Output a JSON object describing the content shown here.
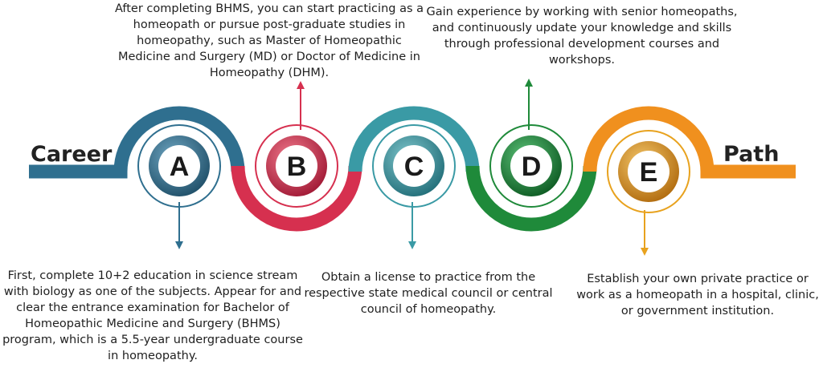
{
  "title": {
    "left_word": "Career",
    "right_word": "Path"
  },
  "steps": [
    {
      "letter": "A",
      "color": "#2f6f8f",
      "text": "First, complete 10+2 education in science stream with biology as one of the subjects. Appear for and clear the entrance examination for Bachelor of Homeopathic Medicine and Surgery (BHMS) program, which is a 5.5-year undergraduate course in homeopathy."
    },
    {
      "letter": "B",
      "color": "#d6304f",
      "text": "After completing BHMS, you can start practicing as a homeopath or pursue post-graduate studies in homeopathy, such as Master of Homeopathic Medicine and Surgery (MD) or Doctor of Medicine in Homeopathy (DHM)."
    },
    {
      "letter": "C",
      "color": "#3a9aa5",
      "text": "Obtain a license to practice from the respective state medical council or central council of homeopathy."
    },
    {
      "letter": "D",
      "color": "#1f8a3a",
      "text": "Gain experience by working with senior homeopaths, and continuously update your knowledge and skills through professional development courses and workshops."
    },
    {
      "letter": "E",
      "color": "#e8a21e",
      "text": "Establish your own private practice or work as a homeopath in a hospital, clinic, or government institution."
    }
  ]
}
